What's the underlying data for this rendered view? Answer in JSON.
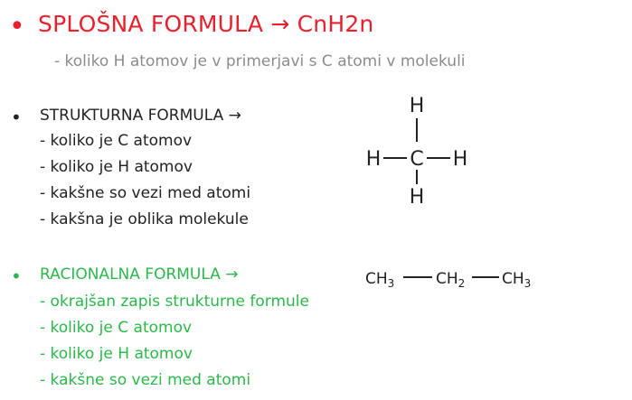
{
  "section1": {
    "bullet": "•",
    "title": "SPLOŠNA FORMULA → CnH2n",
    "subtitle": "- koliko H atomov je v primerjavi s C atomi v molekuli"
  },
  "section2": {
    "bullet": "•",
    "title": "STRUKTURNA FORMULA →",
    "lines": [
      "- koliko je C atomov",
      "- koliko je H atomov",
      "- kakšne so vezi med atomi",
      "- kakšna je oblika molekule"
    ],
    "structure": {
      "top_h": "H",
      "left_h": "H",
      "center_c": "C",
      "right_h": "H",
      "bottom_h": "H"
    }
  },
  "section3": {
    "bullet": "•",
    "title": "RACIONALNA FORMULA →",
    "lines": [
      "- okrajšan zapis strukturne formule",
      "- koliko je C atomov",
      "- koliko je H atomov",
      "- kakšne so vezi med atomi"
    ],
    "rational": {
      "group1": "CH",
      "group1_sub": "3",
      "group2": "CH",
      "group2_sub": "2",
      "group3": "CH",
      "group3_sub": "3"
    }
  },
  "colors": {
    "red": "#e8212e",
    "green": "#2bb84a",
    "gray": "#8c8c8c",
    "dark": "#222222"
  }
}
